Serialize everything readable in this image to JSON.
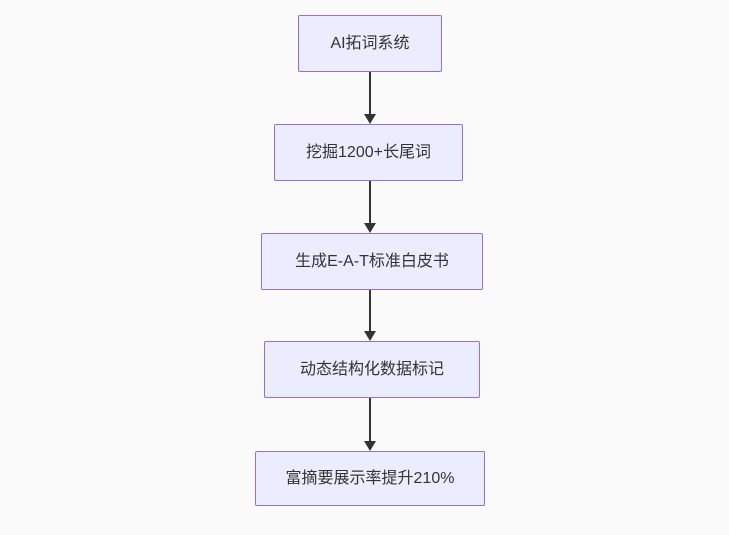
{
  "diagram": {
    "type": "flowchart",
    "direction": "top-down",
    "nodes": [
      {
        "id": "n1",
        "label": "AI拓词系统"
      },
      {
        "id": "n2",
        "label": "挖掘1200+长尾词"
      },
      {
        "id": "n3",
        "label": "生成E-A-T标准白皮书"
      },
      {
        "id": "n4",
        "label": "动态结构化数据标记"
      },
      {
        "id": "n5",
        "label": "富摘要展示率提升210%"
      }
    ],
    "edges": [
      {
        "from": "n1",
        "to": "n2"
      },
      {
        "from": "n2",
        "to": "n3"
      },
      {
        "from": "n3",
        "to": "n4"
      },
      {
        "from": "n4",
        "to": "n5"
      }
    ],
    "colors": {
      "background": "#fafafa",
      "node_fill": "#ECECFF",
      "node_border": "#9370DB",
      "arrow": "#333333",
      "text": "#333333"
    }
  }
}
